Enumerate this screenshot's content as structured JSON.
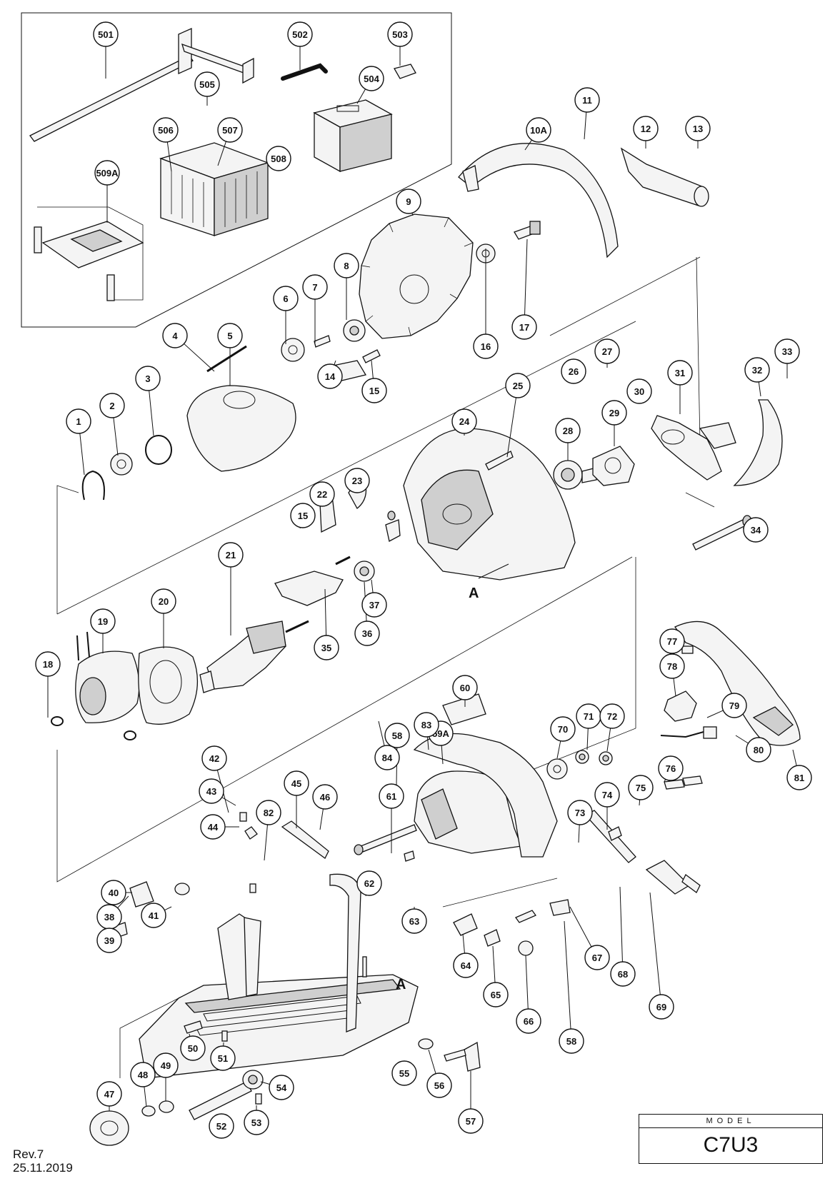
{
  "model": {
    "label": "MODEL",
    "value": "C7U3"
  },
  "revision": {
    "rev": "Rev.7",
    "date": "25.11.2019"
  },
  "reference_marks": [
    "A",
    "A"
  ],
  "balloons": [
    "501",
    "502",
    "503",
    "504",
    "505",
    "506",
    "507",
    "508",
    "509A",
    "1",
    "2",
    "3",
    "4",
    "5",
    "6",
    "7",
    "8",
    "9",
    "10A",
    "11",
    "12",
    "13",
    "14",
    "15",
    "16",
    "17",
    "18",
    "19",
    "20",
    "21",
    "22",
    "23",
    "24",
    "25",
    "26",
    "27",
    "28",
    "29",
    "30",
    "31",
    "32",
    "33",
    "34",
    "15",
    "35",
    "36",
    "37",
    "38",
    "39",
    "40",
    "41",
    "42",
    "43",
    "44",
    "45",
    "46",
    "47",
    "48",
    "49",
    "50",
    "51",
    "52",
    "53",
    "54",
    "55",
    "56",
    "57",
    "58",
    "59A",
    "60",
    "61",
    "62",
    "63",
    "64",
    "65",
    "66",
    "67",
    "68",
    "69",
    "70",
    "71",
    "72",
    "73",
    "74",
    "75",
    "76",
    "77",
    "78",
    "79",
    "80",
    "81",
    "82",
    "83",
    "84",
    "58"
  ]
}
